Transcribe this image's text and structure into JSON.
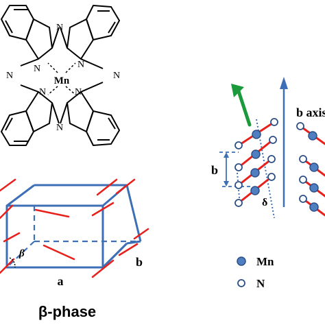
{
  "molecule": {
    "center_atom": "Mn",
    "ring_nitrogen": "N"
  },
  "unit_cell": {
    "axis_a": "a",
    "axis_b": "b",
    "angle": "β",
    "phase_label": "β-phase"
  },
  "stacking": {
    "axis_label": "b axis",
    "spacing_label": "b",
    "tilt_label": "δ"
  },
  "legend": {
    "mn_label": "Mn",
    "n_label": "N"
  },
  "colors": {
    "bond": "#000000",
    "cell_edge": "#3d6fb6",
    "molecule_rod": "#e8201c",
    "mn_atom": "#4f7fc1",
    "moment_arrow": "#1a9a3a"
  }
}
